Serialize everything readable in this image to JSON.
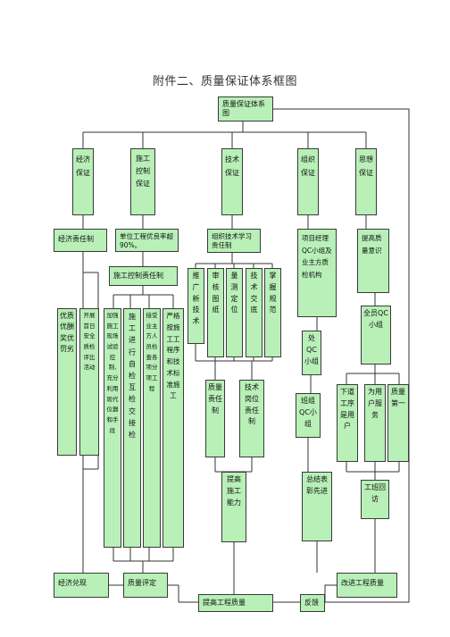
{
  "title": "附件二、质量保证体系框图",
  "nodes": {
    "root": "质量保证体系图",
    "economic": "经济保证",
    "construction_control": "施工控制保证",
    "technical": "技术保证",
    "organization": "组织保证",
    "ideology": "思想保证",
    "econ_responsibility": "经济责任制",
    "unit_project_target": "单位工程优良率超90%。",
    "tech_org_responsibility": "组织技术学习责任制",
    "project_qc_group": "项目经理QC小组及业主方质检机构",
    "raise_quality_awareness": "提高质量意识",
    "construction_control_responsibility": "施工控制责任制",
    "quality_reward_punish": "优质优酬奖优罚劣",
    "bonus_attendance": "开展首日安全质检评比活动",
    "lab_tests": "加强施工现场试验控制,充分利用现代仪器和手段",
    "self_mutual_inspection": "施工进行自检互检交接检",
    "owner_inspection": "接受业主方人员检查各项分项工程",
    "strict_process": "严格按施工工程序和技术标准施工",
    "promote_new_tech": "推广新技术",
    "review_drawings": "审核图纸",
    "measure_positioning": "量测定位",
    "technical_handover": "技术交底",
    "master_specs": "掌握规范",
    "quality_responsibility": "质量责任制",
    "tech_post_responsibility": "技术岗位责任制",
    "dept_qc_group": "处QC小组",
    "team_qc_group": "班组QC小组",
    "all_staff_qc": "全员QC小组",
    "next_process_user": "下道工序是用户",
    "serve_user": "为用户服务",
    "quality_first": "质量第一",
    "improve_construction": "提高施工能力",
    "summarize_commend": "总结表彰先进",
    "team_revisit": "工班回访",
    "economic_fulfill": "经济兑现",
    "quality_evaluation": "质量评定",
    "improve_project_quality": "改进工程质量",
    "raise_project_quality": "提高工程质量",
    "feedback": "反馈"
  }
}
